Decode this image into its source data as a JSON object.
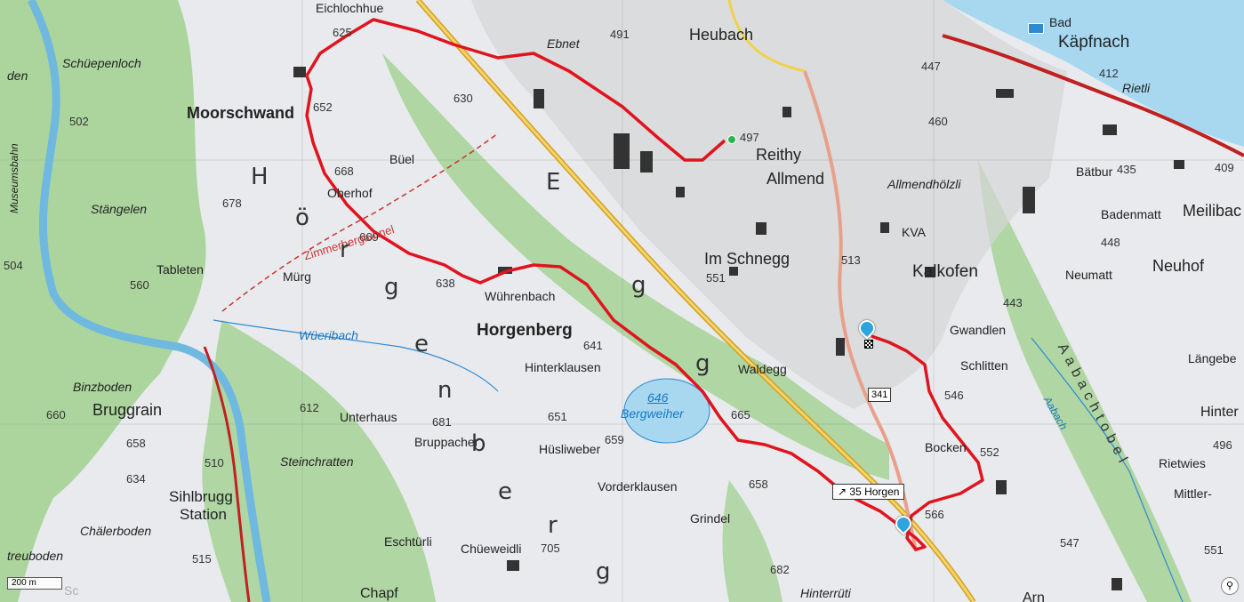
{
  "colors": {
    "route": "#e0141e",
    "water": "#1a78c2",
    "lake": "#a8d8f0",
    "forest": "#9ccf8a",
    "terrain": "#e9ecef",
    "motorway": "#d4a020",
    "rail": "#c02020"
  },
  "places": [
    {
      "key": "kaepfnach",
      "text": "Käpfnach"
    },
    {
      "key": "heubach",
      "text": "Heubach"
    },
    {
      "key": "moorschwand",
      "text": "Moorschwand"
    },
    {
      "key": "reithy",
      "text": "Reithy"
    },
    {
      "key": "allmend",
      "text": "Allmend"
    },
    {
      "key": "im_schnegg",
      "text": "Im Schnegg"
    },
    {
      "key": "kalkofen",
      "text": "Kalkofen"
    },
    {
      "key": "horgenberg",
      "text": "Horgenberg"
    },
    {
      "key": "bruggrain",
      "text": "Bruggrain"
    },
    {
      "key": "sihlbrugg",
      "text": "Sihlbrugg"
    },
    {
      "key": "station",
      "text": "Station"
    },
    {
      "key": "neuhof",
      "text": "Neuhof"
    },
    {
      "key": "meilibach",
      "text": "Meilibac"
    },
    {
      "key": "bad",
      "text": "Bad"
    },
    {
      "key": "chapf",
      "text": "Chapf"
    },
    {
      "key": "arn",
      "text": "Arn"
    }
  ],
  "localities": [
    "Schüepenloch",
    "Stängelen",
    "Tableten",
    "Oberhof",
    "Büel",
    "Mürg",
    "Wührenbach",
    "Hinterklausen",
    "Binzboden",
    "Unterhaus",
    "Bruppacher",
    "Steinchratten",
    "Chälerboden",
    "treuboden",
    "Hüsliweber",
    "Vorderklausen",
    "Grindel",
    "Eschtürli",
    "Chüeweidli",
    "Hinterrüti",
    "Waldegg",
    "Gwandlen",
    "Schlitten",
    "Bocken",
    "Bätbur",
    "Badenmatt",
    "Neumatt",
    "Allmendhölzli",
    "Rietli",
    "Längebe",
    "Hinter",
    "Rietwies",
    "Mittler-",
    "KVA",
    "Eichlochhue",
    "Ebnet",
    "den",
    "Museumsbahn",
    "Aabach",
    "Aabachtobel"
  ],
  "elevations": [
    "625",
    "652",
    "668",
    "678",
    "669",
    "638",
    "630",
    "502",
    "560",
    "504",
    "612",
    "660",
    "658",
    "634",
    "510",
    "515",
    "681",
    "651",
    "659",
    "641",
    "646",
    "665",
    "658",
    "682",
    "705",
    "491",
    "497",
    "447",
    "460",
    "513",
    "551",
    "443",
    "546",
    "552",
    "566",
    "547",
    "435",
    "448",
    "412",
    "409",
    "496",
    "551"
  ],
  "waters": {
    "stream": "Wüeribach",
    "lake_elev": "646",
    "lake_name": "Bergweiher"
  },
  "tunnel": "Zimmerbergtunnel",
  "big_letters": [
    "H",
    "ö",
    "r",
    "g",
    "e",
    "n",
    "b",
    "e",
    "r",
    "g",
    "E",
    "g",
    "g"
  ],
  "road_number": "341",
  "exit_sign": "35 Horgen",
  "exit_arrow": "↗",
  "scale_label": "200 m",
  "zoom_button": "⚲",
  "faded_label": "Sc"
}
